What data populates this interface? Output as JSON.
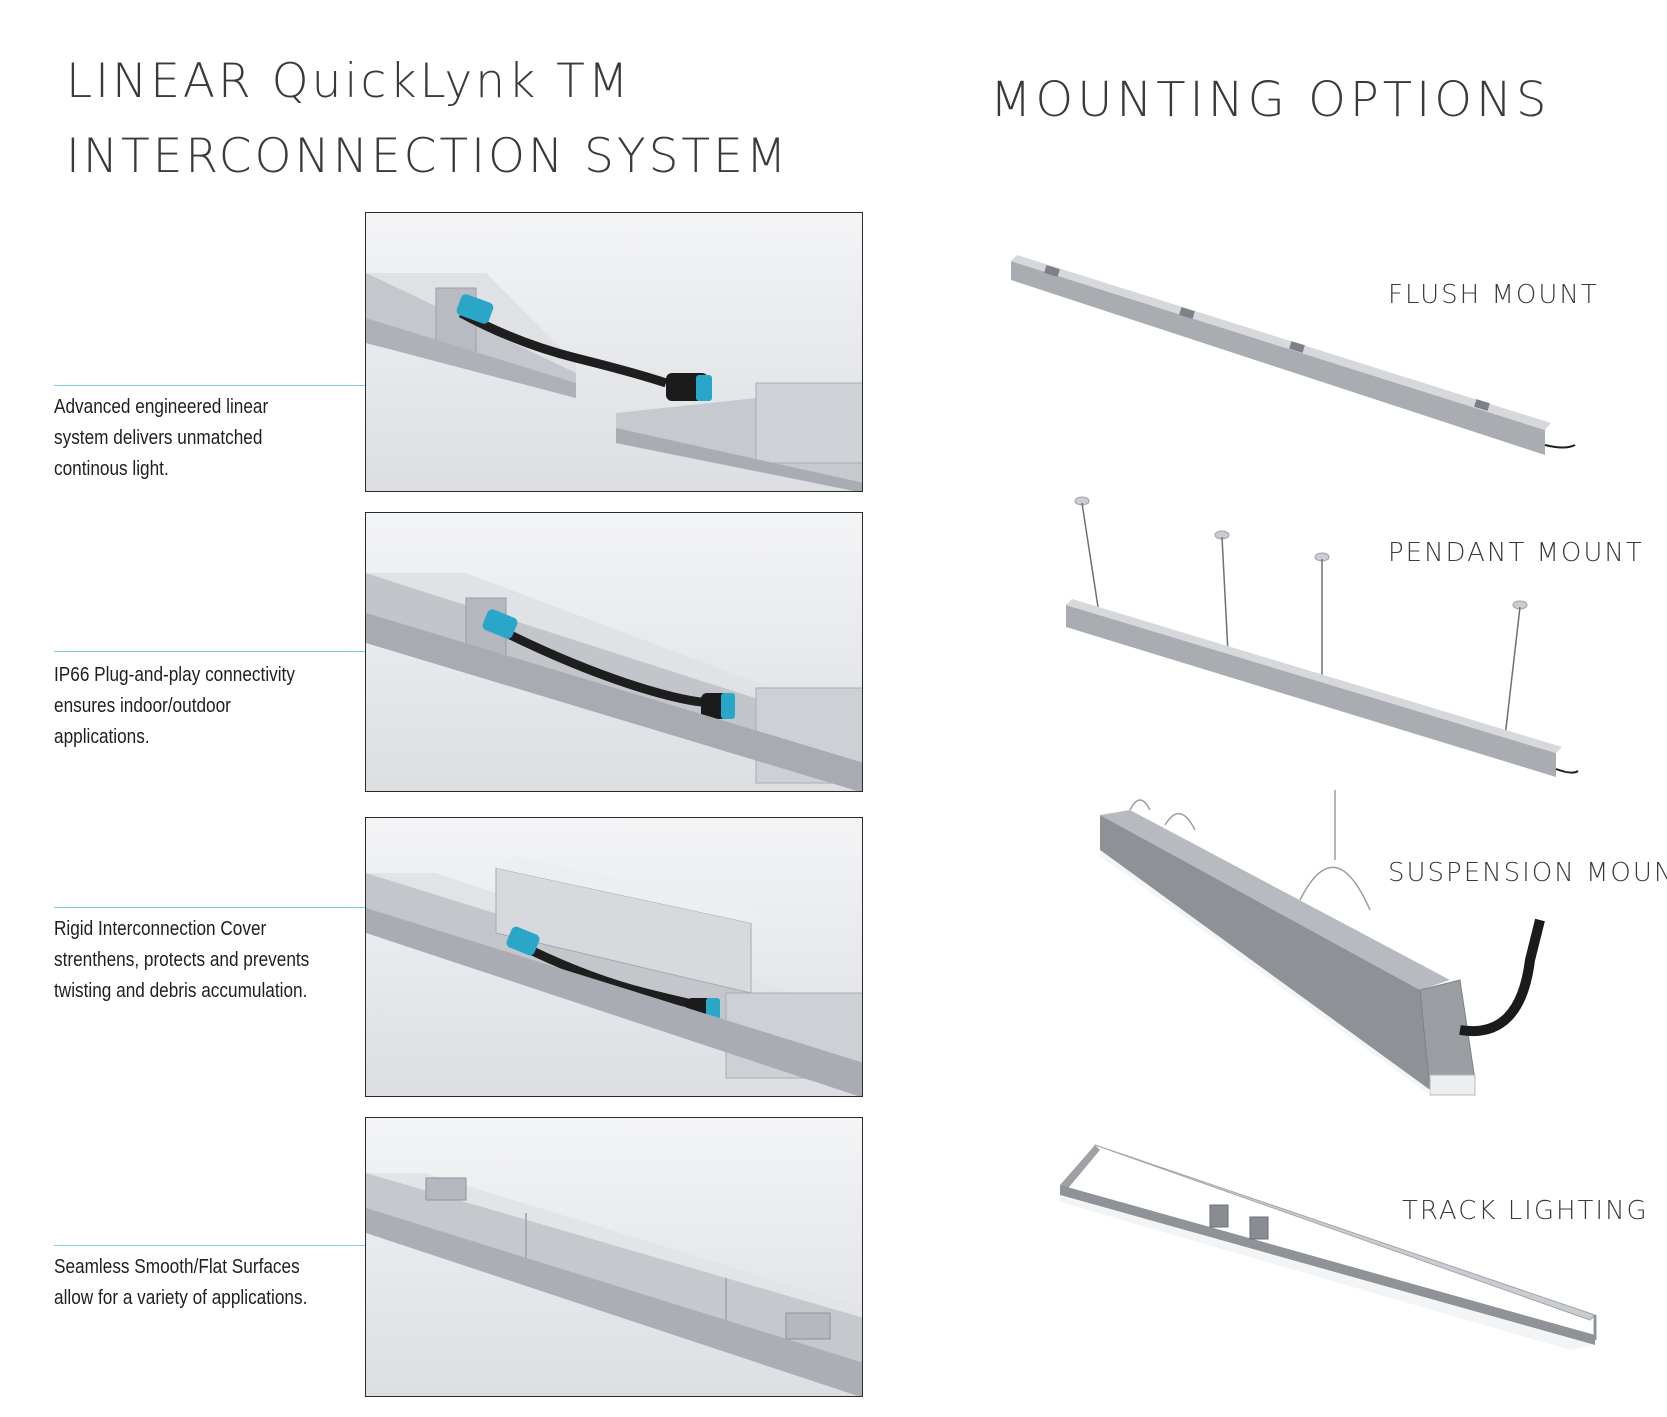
{
  "header": {
    "title_line1": "LINEAR QuickLynk TM",
    "title_line2": "INTERCONNECTION SYSTEM"
  },
  "features": [
    {
      "lines": [
        "Advanced engineered linear",
        "system delivers unmatched",
        "continous light."
      ]
    },
    {
      "lines": [
        "IP66 Plug-and-play connectivity",
        "ensures indoor/outdoor",
        "applications."
      ]
    },
    {
      "lines": [
        "Rigid Interconnection Cover",
        "strenthens, protects and prevents",
        "twisting and debris accumulation."
      ]
    },
    {
      "lines": [
        "Seamless Smooth/Flat Surfaces",
        "allow for a variety of applications."
      ]
    }
  ],
  "mounting": {
    "title": "MOUNTING OPTIONS",
    "options": [
      {
        "label": "FLUSH MOUNT"
      },
      {
        "label": "PENDANT MOUNT"
      },
      {
        "label": "SUSPENSION MOUNT"
      },
      {
        "label": "TRACK LIGHTING"
      }
    ]
  },
  "colors": {
    "leader_line": "#7fd0dc",
    "connector_accent": "#2aa6c9",
    "aluminum": "#c9ccd1",
    "housing_gray": "#8e9196"
  }
}
